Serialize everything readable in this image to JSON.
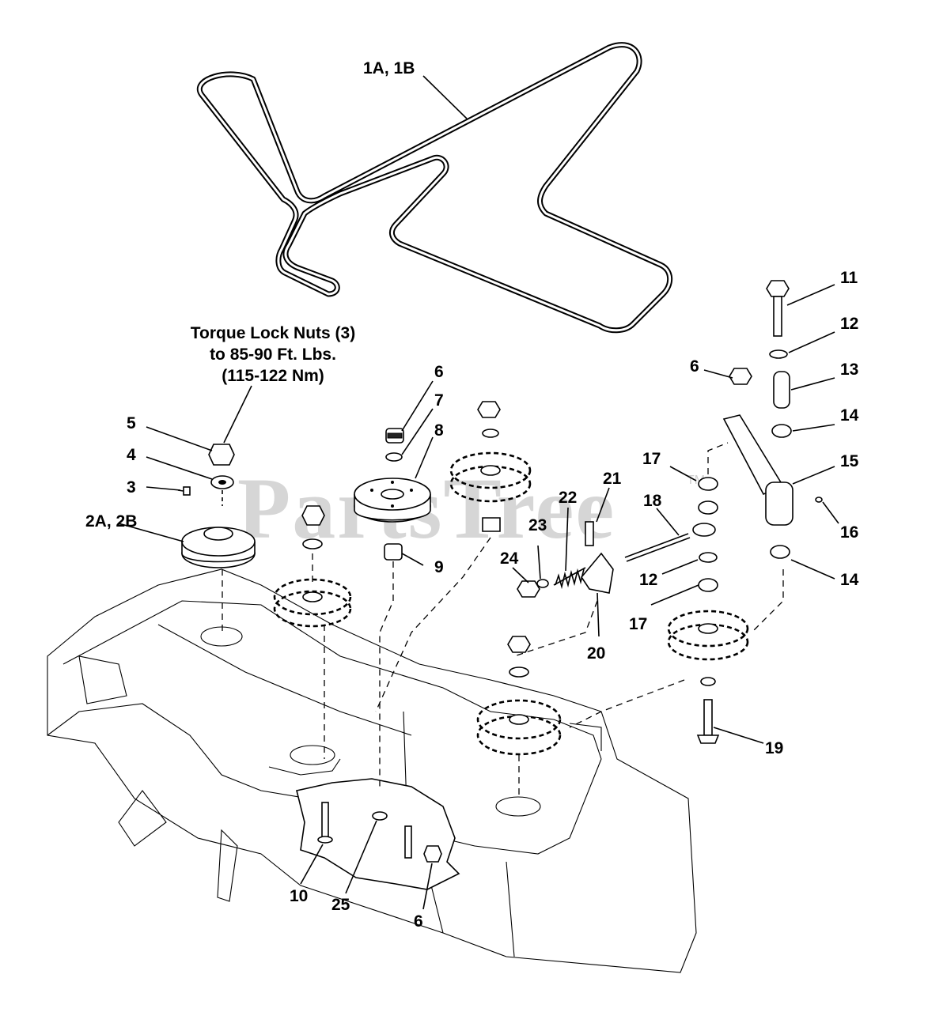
{
  "watermark": {
    "brand": "PartsTree",
    "mark": "TM"
  },
  "torque_note": {
    "line1": "Torque Lock Nuts (3)",
    "line2": "to 85-90 Ft. Lbs.",
    "line3": "(115-122 Nm)"
  },
  "callouts": {
    "c_1a1b": "1A, 1B",
    "c_2a2b": "2A, 2B",
    "c_3": "3",
    "c_4": "4",
    "c_5": "5",
    "c_6a": "6",
    "c_6b": "6",
    "c_6c": "6",
    "c_7": "7",
    "c_8": "8",
    "c_9": "9",
    "c_10": "10",
    "c_11": "11",
    "c_12a": "12",
    "c_12b": "12",
    "c_13": "13",
    "c_14a": "14",
    "c_14b": "14",
    "c_15": "15",
    "c_16": "16",
    "c_17a": "17",
    "c_17b": "17",
    "c_18": "18",
    "c_19": "19",
    "c_20": "20",
    "c_21": "21",
    "c_22": "22",
    "c_23": "23",
    "c_24": "24",
    "c_25": "25"
  }
}
